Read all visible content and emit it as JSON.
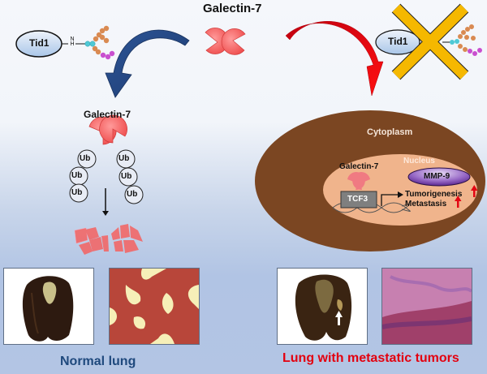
{
  "title": "Galectin-7",
  "left_panel": {
    "protein_label": "Tid1",
    "linker_label": "N-H",
    "complex_label": "Galectin-7",
    "ubiquitin_label": "Ub",
    "ubiquitin_chain_left": [
      "Ub",
      "Ub",
      "Ub"
    ],
    "ubiquitin_chain_right": [
      "Ub",
      "Ub",
      "Ub"
    ],
    "outcome_label": "Normal lung"
  },
  "right_panel": {
    "protein_label": "Tid1",
    "cell": {
      "cytoplasm_label": "Cytoplasm",
      "nucleus_label": "Nucleus",
      "complex_label": "Galectin-7",
      "tf_label": "TCF3",
      "target_label": "MMP-9",
      "effects": [
        {
          "label": "Tumorigenesis",
          "direction": "up"
        },
        {
          "label": "Metastasis",
          "direction": "up"
        }
      ]
    },
    "outcome_label": "Lung with metastatic tumors"
  },
  "colors": {
    "galectin": "#f25c5c",
    "blue_arrow": "#21437e",
    "red_arrow": "#e30613",
    "cross": "#f5b800",
    "cytoplasm": "#7b4622",
    "nucleus": "#f0b48c",
    "mmp9": "#6a2fa0",
    "normal_text": "#1f497d",
    "tumor_text": "#e3000f"
  }
}
